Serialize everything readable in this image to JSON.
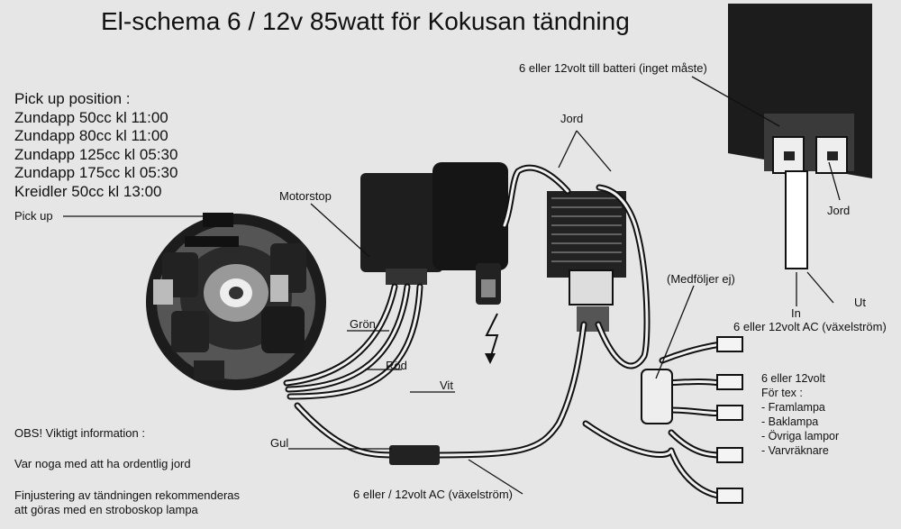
{
  "title": "El-schema 6 / 12v 85watt för Kokusan tändning",
  "pickup": {
    "heading": "Pick up position :",
    "items": [
      "Zundapp 50cc kl 11:00",
      "Zundapp 80cc kl 11:00",
      "Zundapp 125cc kl 05:30",
      "Zundapp 175cc kl 05:30",
      "Kreidler 50cc kl 13:00"
    ]
  },
  "labels": {
    "pick_up": "Pick up",
    "motorstop": "Motorstop",
    "gron": "Grön",
    "rod": "Röd",
    "vit": "Vit",
    "gul": "Gul",
    "jord_reg": "Jord",
    "battery": "6 eller 12volt till batteri (inget måste)",
    "jord_conn": "Jord",
    "medfoljer": "(Medföljer ej)",
    "in": "In",
    "ut": "Ut",
    "ac_right": "6 eller 12volt AC (växelström)",
    "ac_bottom": "6 eller / 12volt AC (växelström)"
  },
  "lamps": {
    "heading": "6 eller 12volt",
    "subheading": "För tex :",
    "items": [
      "- Framlampa",
      "- Baklampa",
      "- Övriga lampor",
      "- Varvräknare"
    ]
  },
  "notes": {
    "obs": "OBS! Viktigt information :",
    "ground": "Var noga med att ha ordentlig jord",
    "tuning_1": "Finjustering av tändningen rekommenderas",
    "tuning_2": "att göras med en stroboskop lampa"
  }
}
